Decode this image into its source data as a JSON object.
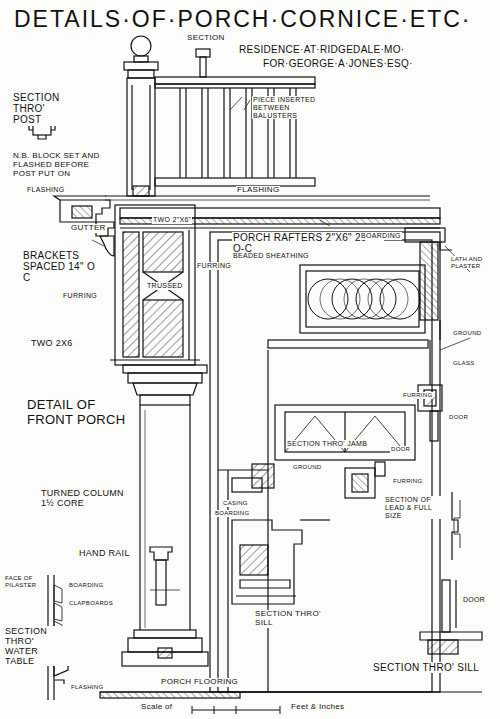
{
  "diagram": {
    "title": "DETAILS·OF·PORCH·CORNICE·ETC·",
    "labels": [
      "RESIDENCE·AT·RIDGEDALE·MO·",
      "FOR·GEORGE·A·JONES·ESQ·",
      "SECTION",
      "SECTION THRO' POST",
      "PIECE INSERTED BETWEEN BALUSTERS",
      "N.B. BLOCK SET AND FLASHED BEFORE POST PUT ON",
      "FLASHING",
      "FLASHING",
      "GUTTER",
      "TWO 2\"X6\"",
      "PORCH RAFTERS 2\"X6\" 20\"-O-C",
      "BRACKETS SPACED 14\" O C",
      "FURRING",
      "TRUSSED",
      "FURRING",
      "BEADED SHEATHING",
      "BOARDING",
      "LATH AND PLASTER",
      "GROUND",
      "TWO 2X6",
      "DETAIL OF FRONT PORCH",
      "GLASS",
      "FURRING",
      "DOOR",
      "SECTION THRO' JAMB",
      "DOOR",
      "GROUND",
      "CASING",
      "BOARDING",
      "FURRING",
      "TURNED COLUMN 1½ CORE",
      "HAND RAIL",
      "SECTION THRO' SILL",
      "SECTION OF LEAD & FULL SIZE",
      "FACE OF PILASTER",
      "BOARDING",
      "CLAPBOARDS",
      "SECTION THRO' WATER TABLE",
      "FLASHING",
      "DOOR",
      "SECTION THRO' SILL",
      "PORCH FLOORING",
      "Scale of",
      "Feet & Inches"
    ]
  }
}
